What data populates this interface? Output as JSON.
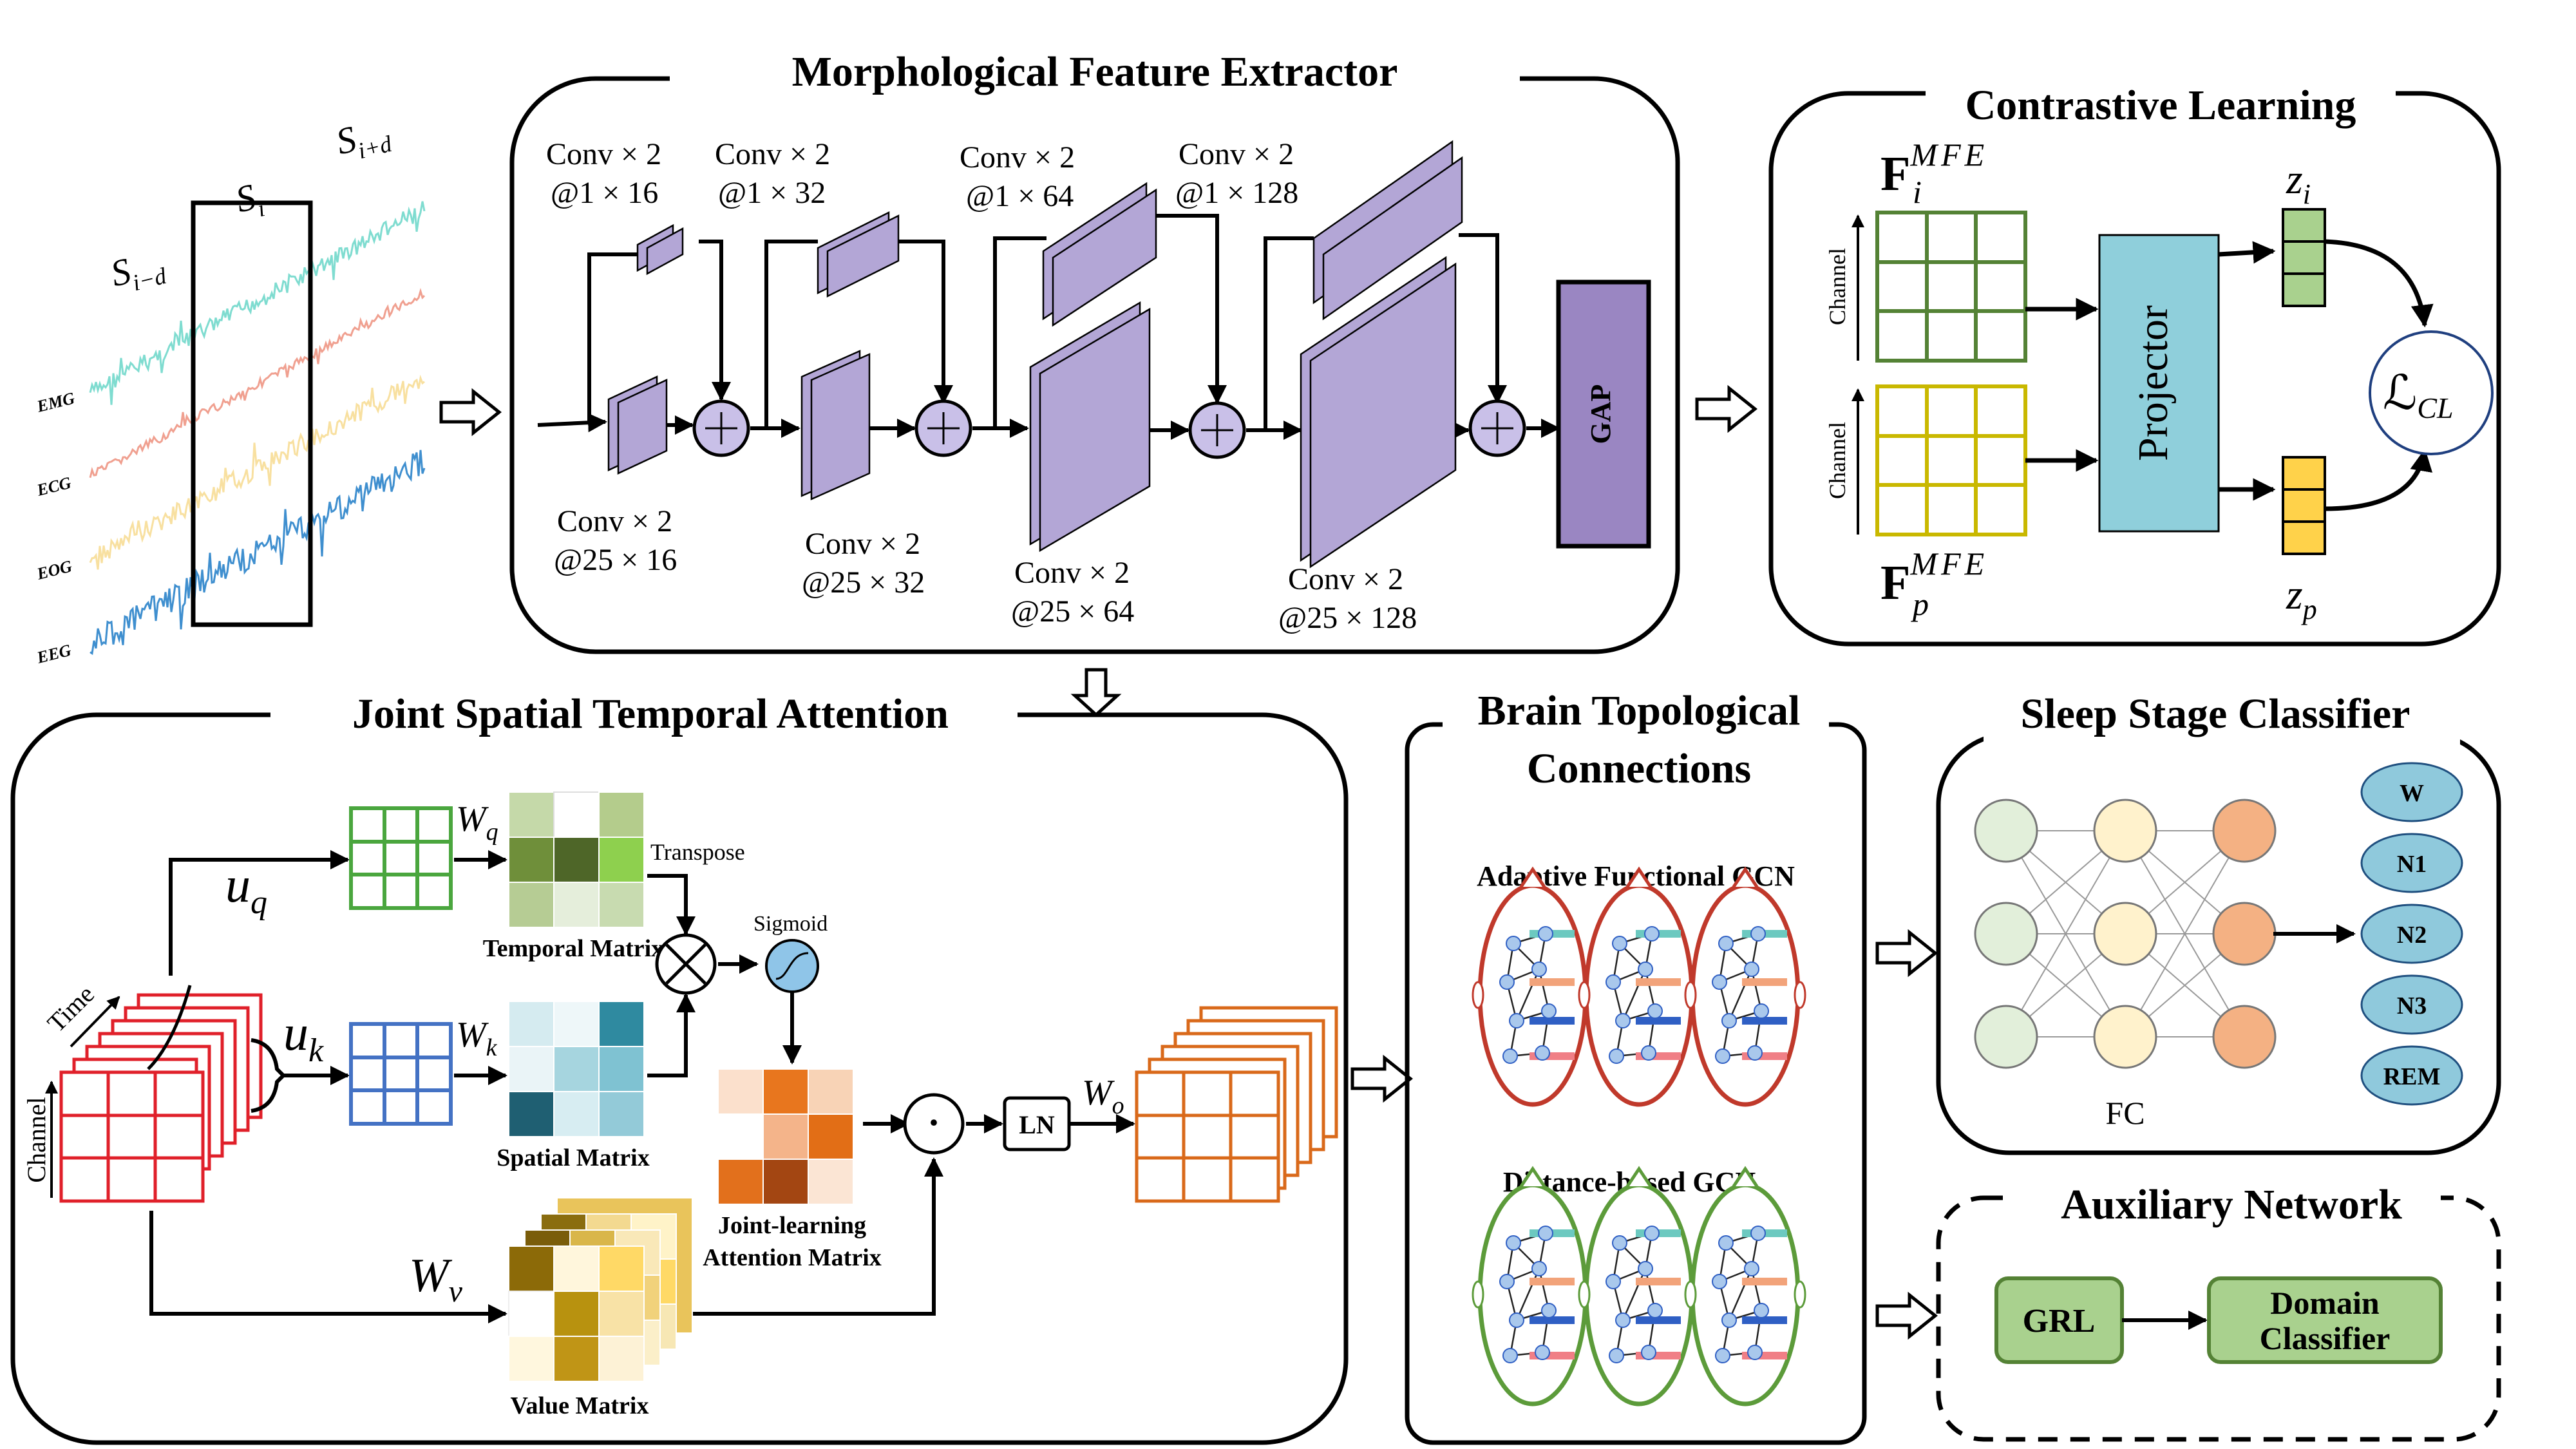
{
  "signals": {
    "seg_prev": "S",
    "seg_prev_sub": "i−d",
    "seg_cur": "S",
    "seg_cur_sub": "i",
    "seg_next": "S",
    "seg_next_sub": "i+d",
    "channels": [
      "EMG",
      "ECG",
      "EOG",
      "EEG"
    ]
  },
  "mfe": {
    "title": "Morphological Feature Extractor",
    "top_labels": [
      [
        "Conv × 2",
        "@1 × 16"
      ],
      [
        "Conv × 2",
        "@1 × 32"
      ],
      [
        "Conv × 2",
        "@1 × 64"
      ],
      [
        "Conv × 2",
        "@1 × 128"
      ]
    ],
    "bottom_labels": [
      [
        "Conv × 2",
        "@25 × 16"
      ],
      [
        "Conv × 2",
        "@25 × 32"
      ],
      [
        "Conv × 2",
        "@25 × 64"
      ],
      [
        "Conv × 2",
        "@25 × 128"
      ]
    ],
    "gap": "GAP"
  },
  "cl": {
    "title": "Contrastive Learning",
    "f_i": "F",
    "f_i_sup": "MFE",
    "f_i_sub": "i",
    "f_p": "F",
    "f_p_sup": "MFE",
    "f_p_sub": "p",
    "channel": "Channel",
    "projector": "Projector",
    "z_i": "z",
    "z_i_sub": "i",
    "z_p": "z",
    "z_p_sub": "p",
    "loss": "ℒ",
    "loss_sub": "CL"
  },
  "jsta": {
    "title": "Joint Spatial Temporal Attention",
    "u_q": "u",
    "u_q_sub": "q",
    "u_k": "u",
    "u_k_sub": "k",
    "w_q": "W",
    "w_q_sub": "q",
    "w_k": "W",
    "w_k_sub": "k",
    "w_v": "W",
    "w_v_sub": "v",
    "w_o": "W",
    "w_o_sub": "o",
    "transpose": "Transpose",
    "sigmoid": "Sigmoid",
    "temporal": "Temporal Matrix",
    "spatial": "Spatial Matrix",
    "value": "Value Matrix",
    "joint_1": "Joint-learning",
    "joint_2": "Attention Matrix",
    "ln": "LN",
    "time": "Time",
    "channel": "Channel",
    "dot": "·"
  },
  "btc": {
    "title_1": "Brain  Topological",
    "title_2": "Connections",
    "afgcn": "Adaptive  Functional GCN",
    "dgcn": "Distance-based GCN"
  },
  "ssc": {
    "title": "Sleep Stage Classifier",
    "fc": "FC",
    "stages": [
      "W",
      "N1",
      "N2",
      "N3",
      "REM"
    ]
  },
  "aux": {
    "title": "Auxiliary Network",
    "grl": "GRL",
    "dc_1": "Domain",
    "dc_2": "Classifier"
  },
  "colors": {
    "emg": "#7fdcd0",
    "ecg": "#f0a090",
    "eog": "#f8e0a0",
    "eeg": "#3f8fcf",
    "conv": "#b3a6d6",
    "gap": "#9a86c2",
    "projector": "#8fcfdb",
    "zi": "#a9d18e",
    "zp": "#ffd24a",
    "query": "#4aa63e",
    "key": "#4472c4",
    "input": "#e0202a",
    "output": "#d9691a",
    "stage": "#8fc9dc",
    "aux_box": "#a9d18e"
  }
}
